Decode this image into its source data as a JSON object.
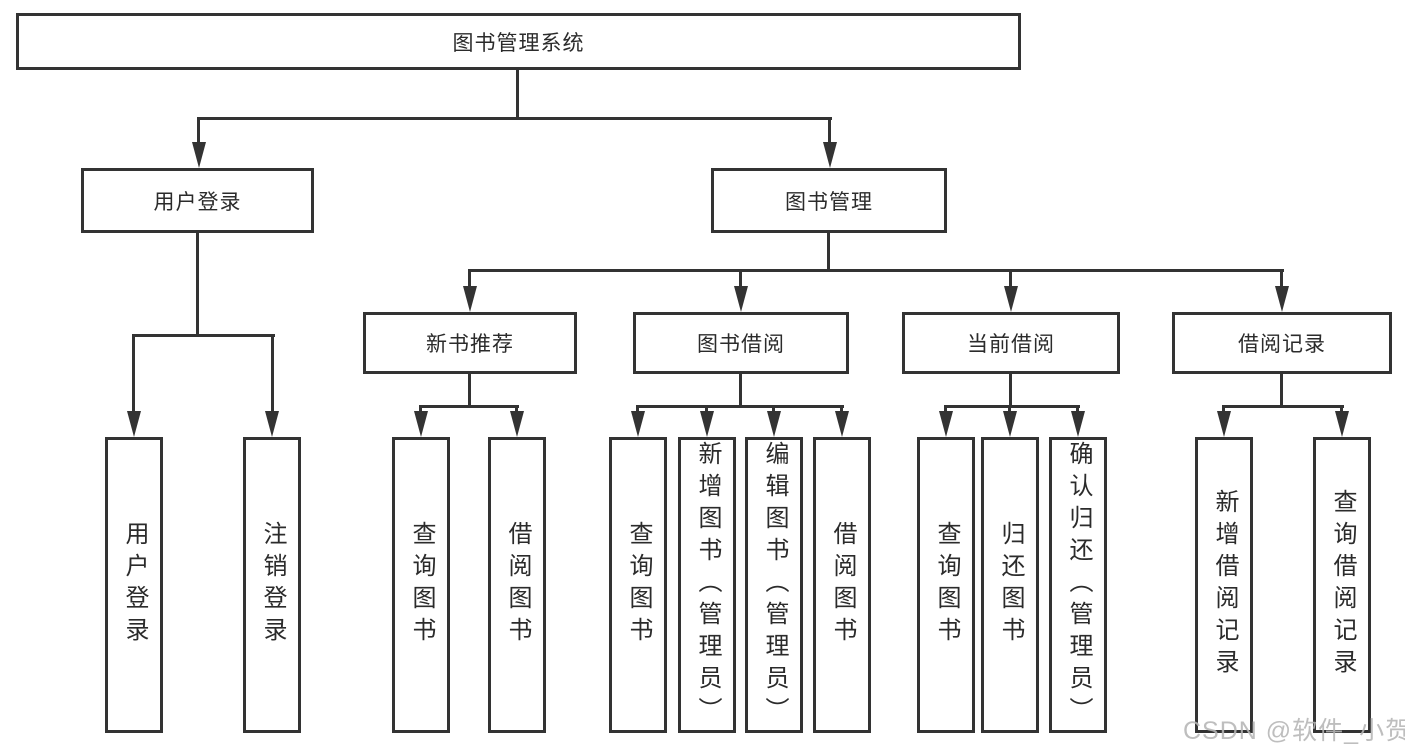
{
  "root": {
    "label": "图书管理系统"
  },
  "level2": [
    {
      "label": "用户登录"
    },
    {
      "label": "图书管理"
    }
  ],
  "level3": [
    {
      "label": "新书推荐"
    },
    {
      "label": "图书借阅"
    },
    {
      "label": "当前借阅"
    },
    {
      "label": "借阅记录"
    }
  ],
  "leaves": {
    "user_login": [
      {
        "label": "用户登录"
      },
      {
        "label": "注销登录"
      }
    ],
    "new_book": [
      {
        "label": "查询图书"
      },
      {
        "label": "借阅图书"
      }
    ],
    "book_borrow": [
      {
        "label": "查询图书"
      },
      {
        "label": "新增图书（管理员）"
      },
      {
        "label": "编辑图书（管理员）"
      },
      {
        "label": "借阅图书"
      }
    ],
    "current_borrow": [
      {
        "label": "查询图书"
      },
      {
        "label": "归还图书"
      },
      {
        "label": "确认归还（管理员）"
      }
    ],
    "borrow_records": [
      {
        "label": "新增借阅记录"
      },
      {
        "label": "查询借阅记录"
      }
    ]
  },
  "watermark": {
    "text": "CSDN @软件_小贺同学"
  },
  "colors": {
    "line": "#333333",
    "text": "#2b2b2b",
    "background": "#ffffff",
    "watermark_text": "#b6b6b6"
  }
}
